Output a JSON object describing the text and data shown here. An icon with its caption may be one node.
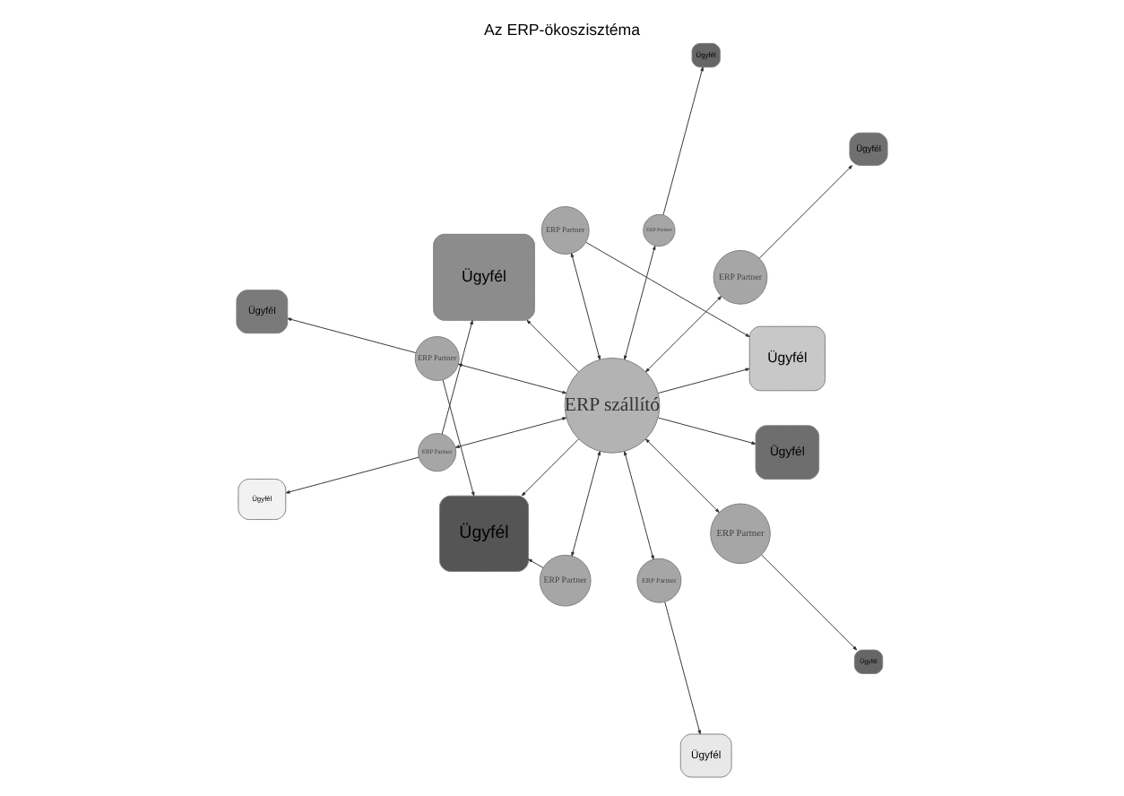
{
  "diagram": {
    "title": "Az ERP-ökoszisztéma",
    "nodes": [
      {
        "text": [
          "ERP szállító"
        ]
      },
      {
        "text": [
          "Ügyfél"
        ]
      },
      {
        "text": [
          "Ügyfél"
        ]
      },
      {
        "text": [
          "Ügyfél"
        ]
      },
      {
        "text": [
          "ERP Partner"
        ]
      },
      {
        "text": [
          "Ügyfél"
        ]
      },
      {
        "text": [
          "ERP Partner"
        ]
      },
      {
        "text": [
          "ERP Partner"
        ]
      },
      {
        "text": [
          "Ügyfél"
        ]
      },
      {
        "text": [
          "ERP Partner"
        ]
      },
      {
        "text": [
          "ERP Partner"
        ]
      },
      {
        "text": [
          "Ügyfél"
        ]
      },
      {
        "text": [
          "Ügyfél"
        ]
      },
      {
        "text": [
          "ERP Partner"
        ]
      },
      {
        "text": [
          "ERP Partner"
        ]
      },
      {
        "text": [
          "ERP Partner"
        ]
      },
      {
        "text": [
          "Ügyfél"
        ]
      },
      {
        "text": [
          "Ügyfél"
        ]
      },
      {
        "text": [
          "Ügyfél"
        ]
      }
    ],
    "edges": [
      {
        "from": 0,
        "to": 4,
        "arrow": "both"
      },
      {
        "from": 0,
        "to": 6,
        "arrow": "both"
      },
      {
        "from": 0,
        "to": 7,
        "arrow": "both"
      },
      {
        "from": 0,
        "to": 9,
        "arrow": "both"
      },
      {
        "from": 0,
        "to": 10,
        "arrow": "both"
      },
      {
        "from": 0,
        "to": 13,
        "arrow": "both"
      },
      {
        "from": 0,
        "to": 14,
        "arrow": "both"
      },
      {
        "from": 0,
        "to": 15,
        "arrow": "both"
      },
      {
        "from": 4,
        "to": 2,
        "arrow": "to"
      },
      {
        "from": 6,
        "to": 1,
        "arrow": "to"
      },
      {
        "from": 7,
        "to": 3,
        "arrow": "to"
      },
      {
        "from": 9,
        "to": 5,
        "arrow": "to"
      },
      {
        "from": 9,
        "to": 11,
        "arrow": "to"
      },
      {
        "from": 10,
        "to": 8,
        "arrow": "to"
      },
      {
        "from": 10,
        "to": 12,
        "arrow": "to"
      },
      {
        "from": 13,
        "to": 11,
        "arrow": "to"
      },
      {
        "from": 14,
        "to": 17,
        "arrow": "to"
      },
      {
        "from": 15,
        "to": 18,
        "arrow": "to"
      },
      {
        "from": 0,
        "to": 3,
        "arrow": "to"
      },
      {
        "from": 0,
        "to": 8,
        "arrow": "to"
      },
      {
        "from": 0,
        "to": 11,
        "arrow": "to"
      },
      {
        "from": 0,
        "to": 16,
        "arrow": "to"
      }
    ]
  }
}
